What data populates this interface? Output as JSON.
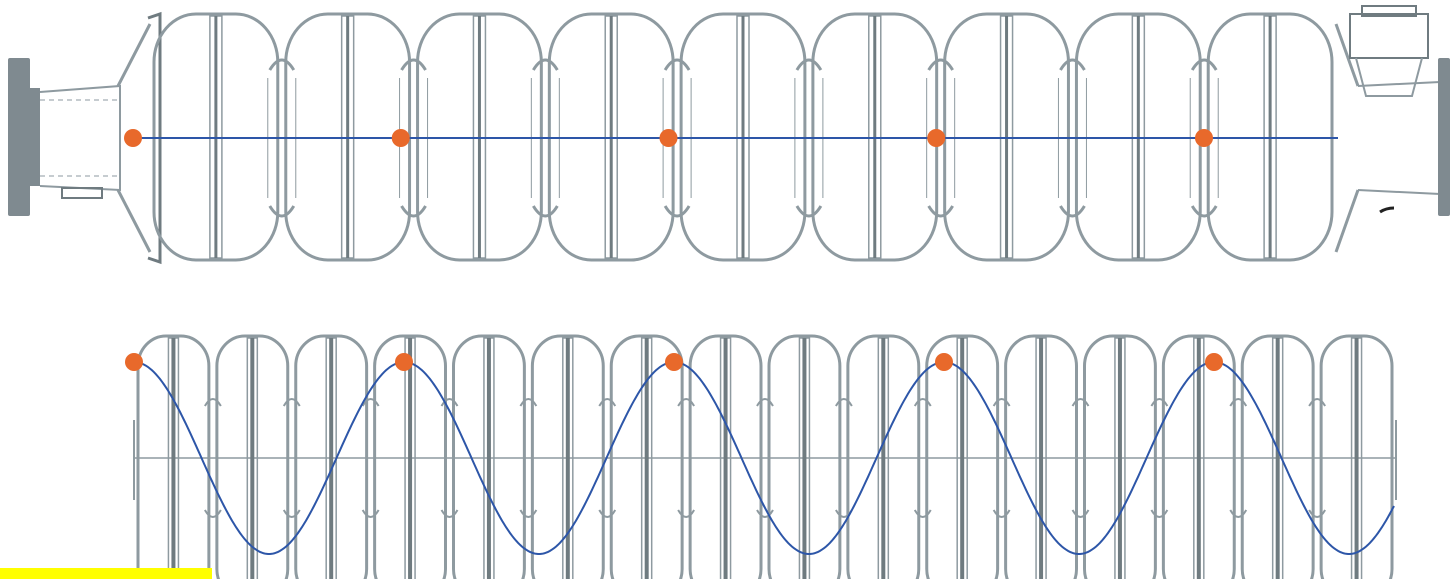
{
  "diagram": {
    "top_cavity": {
      "cells": 9,
      "field_profile": "flat",
      "marker_count": 5
    },
    "bottom_cavity": {
      "cells": 16,
      "field_profile": "sinusoidal",
      "marker_count": 5
    }
  },
  "colors": {
    "outline": "#8e9aa0",
    "outline_dark": "#6f7b80",
    "field_line": "#2d56a8",
    "marker": "#e8692b",
    "highlight": "#ffff00",
    "flange": "#7f8a90"
  }
}
